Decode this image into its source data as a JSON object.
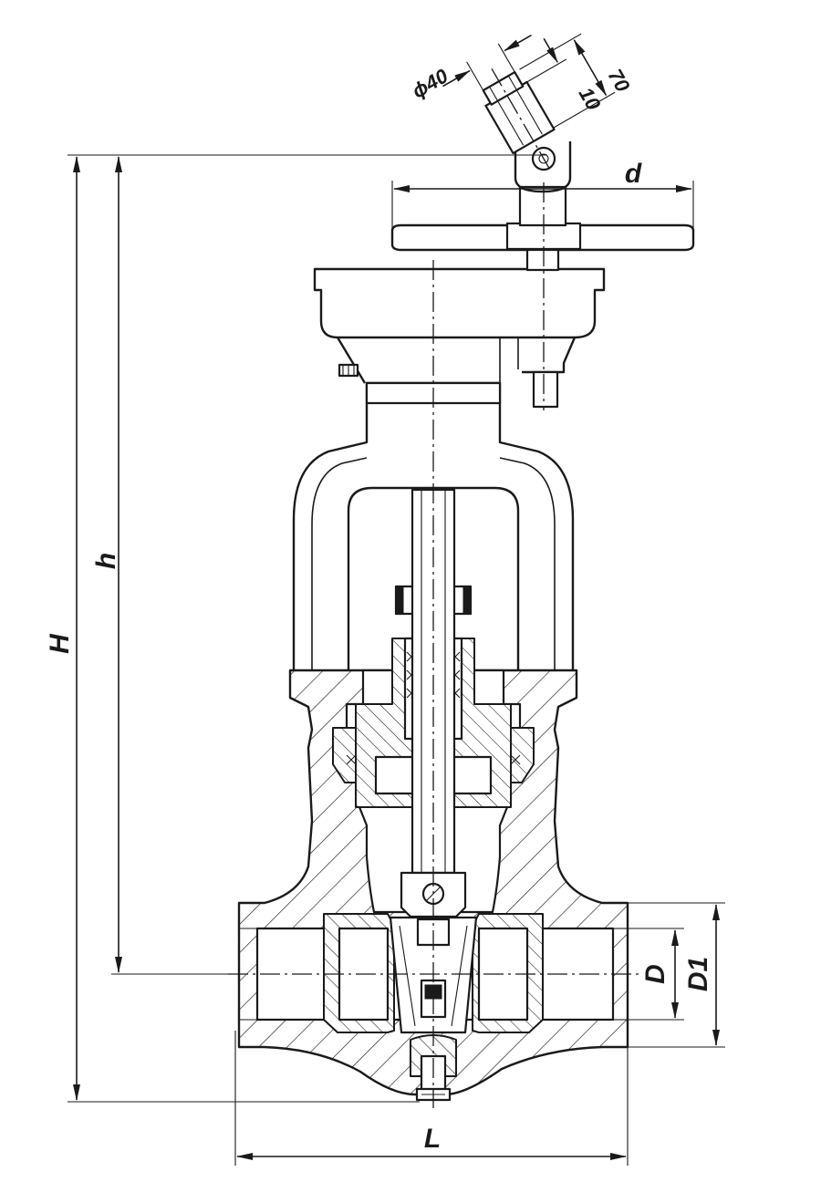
{
  "labels": {
    "H": "H",
    "h": "h",
    "d": "d",
    "D": "D",
    "D1": "D1",
    "L": "L",
    "phi40": "ϕ40",
    "dim10": "10",
    "dim70": "70"
  }
}
